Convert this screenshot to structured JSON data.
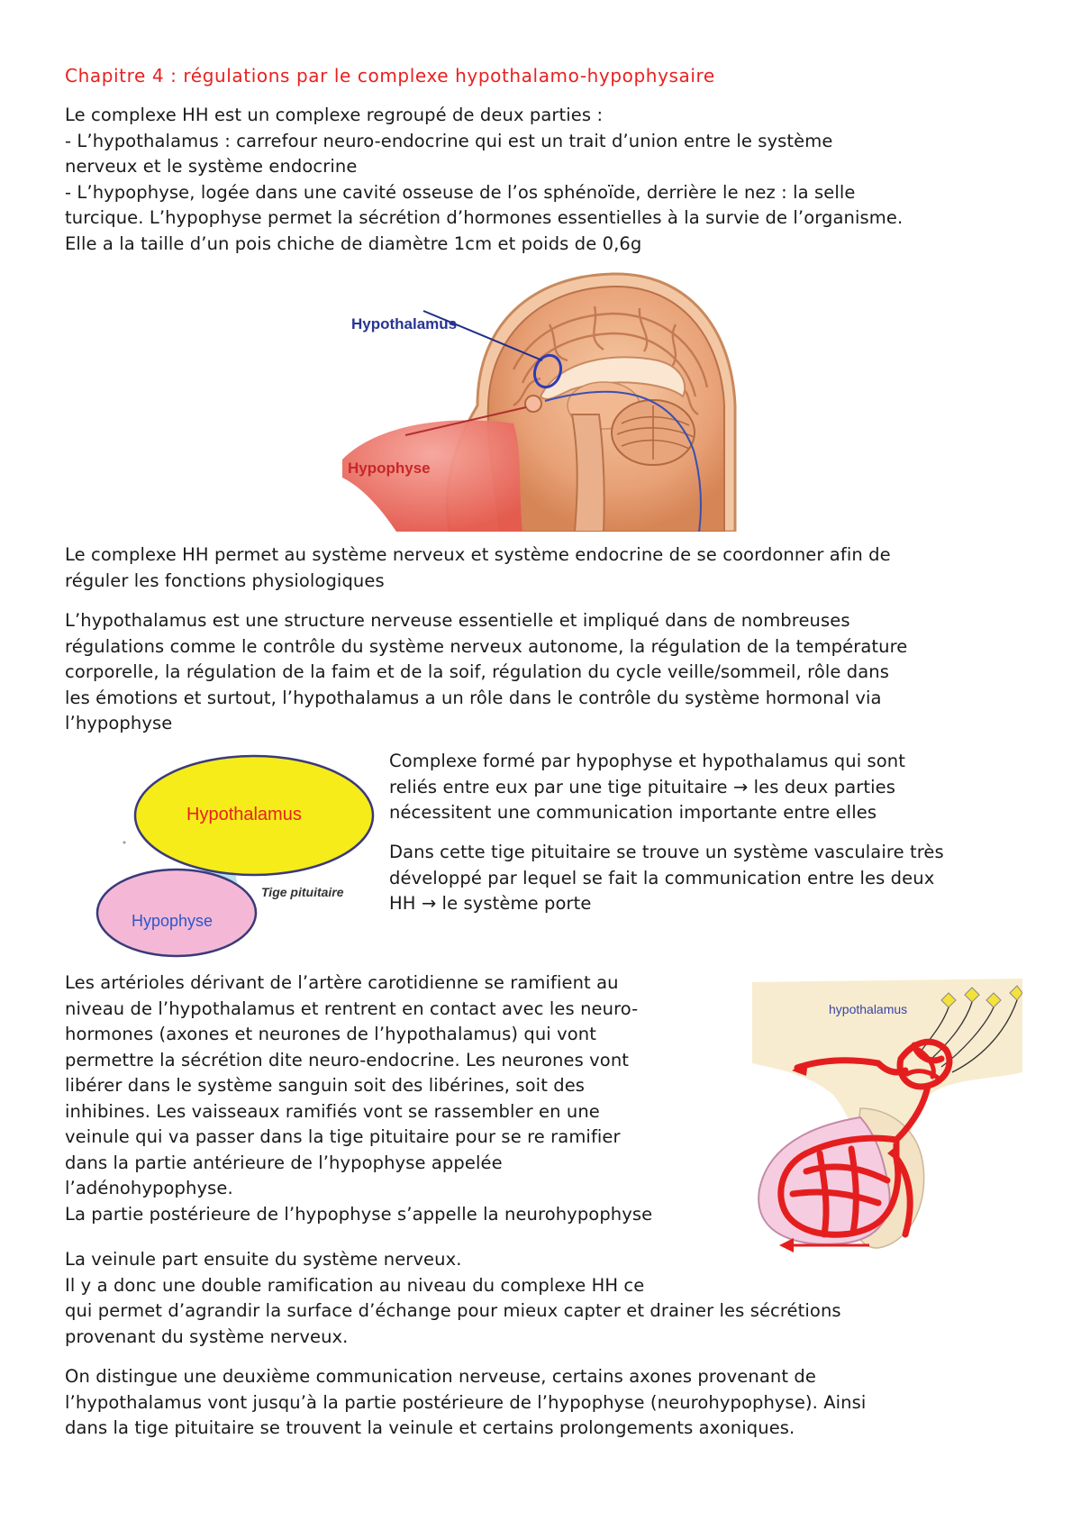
{
  "title": "Chapitre 4 : régulations par le complexe hypothalamo-hypophysaire",
  "intro": [
    "Le complexe HH est un complexe regroupé de deux parties :",
    "- L’hypothalamus : carrefour neuro-endocrine qui est un trait d’union entre le système",
    "nerveux et le système endocrine",
    "- L’hypophyse, logée dans une cavité osseuse de l’os sphénoïde, derrière le nez : la selle",
    "turcique. L’hypophyse permet la sécrétion d’hormones essentielles à la survie de l’organisme.",
    "Elle a la taille d’un pois chiche de diamètre 1cm et poids de 0,6g"
  ],
  "brain_figure": {
    "label_hypothalamus": "Hypothalamus",
    "label_hypophyse": "Hypophyse"
  },
  "para_coordination": [
    "Le complexe HH permet au système nerveux et système endocrine de se coordonner afin de",
    "réguler les fonctions physiologiques"
  ],
  "para_hypothalamus": [
    "L’hypothalamus est une structure nerveuse essentielle et impliqué dans de nombreuses",
    "régulations comme le contrôle du système nerveux autonome, la régulation de la température",
    "corporelle, la régulation de la faim et de la soif, régulation du cycle veille/sommeil, rôle dans",
    "les émotions et surtout, l’hypothalamus a un rôle dans le contrôle du système hormonal via",
    "l’hypophyse"
  ],
  "schema_figure": {
    "label_hypothalamus": "Hypothalamus",
    "label_tige": "Tige pituitaire",
    "label_hypophyse": "Hypophyse"
  },
  "para_tige": [
    "Complexe formé par hypophyse et hypothalamus qui sont",
    "reliés entre eux par une tige pituitaire → les deux parties",
    "nécessitent une communication importante entre elles"
  ],
  "para_vasculaire": [
    "Dans cette tige pituitaire se trouve un système vasculaire très",
    "développé par lequel se fait la communication entre les deux",
    "HH → le système porte"
  ],
  "para_arterioles": [
    "Les artérioles dérivant de l’artère carotidienne se ramifient au",
    "niveau de l’hypothalamus et rentrent en contact avec les neuro-",
    "hormones (axones et neurones de l’hypothalamus)  qui vont",
    "permettre la sécrétion dite neuro-endocrine. Les neurones vont",
    "libérer dans le système sanguin soit des libérines, soit des",
    "inhibines. Les vaisseaux ramifiés vont se rassembler en une",
    "veinule qui va passer dans la tige pituitaire pour se re ramifier",
    "dans la partie antérieure de l’hypophyse appelée",
    "l’adénohypophyse.",
    "La partie postérieure de l’hypophyse s’appelle la neurohypophyse"
  ],
  "portal_figure": {
    "label_hypothalamus": "hypothalamus"
  },
  "para_veinule": [
    "La veinule part ensuite du système nerveux.",
    "Il y a donc une double ramification au niveau du complexe HH ce",
    "qui permet d’agrandir la surface d’échange pour mieux capter et drainer les sécrétions",
    "provenant du système nerveux."
  ],
  "para_axones": [
    "On distingue une deuxième communication nerveuse, certains axones provenant de",
    "l’hypothalamus vont jusqu’à la partie postérieure de l’hypophyse (neurohypophyse). Ainsi",
    "dans la tige pituitaire se trouvent la veinule et certains prolongements axoniques."
  ],
  "colors": {
    "title": "#e8211f",
    "schema_hypothalamus": "#f6ec1a",
    "schema_hypophyse": "#f4b8d6",
    "vessels": "#e41e1e"
  }
}
